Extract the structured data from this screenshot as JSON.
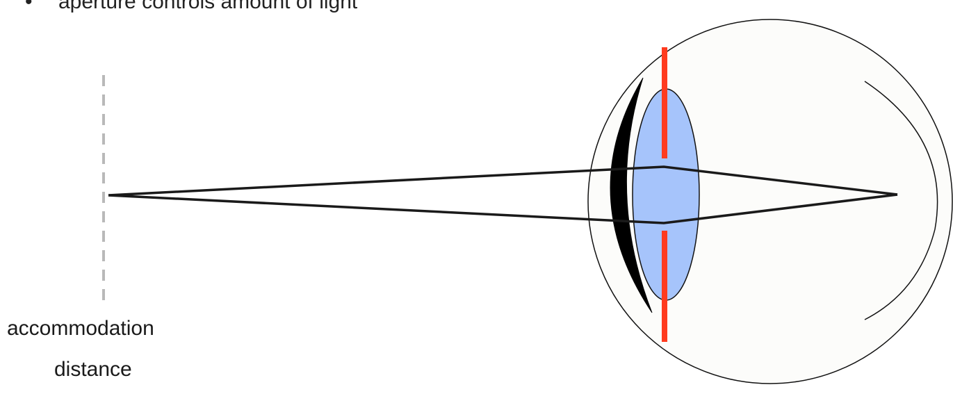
{
  "bullet": {
    "marker": "•",
    "text": "aperture controls amount of light"
  },
  "caption": {
    "line1": "accommodation",
    "line2": "distance"
  },
  "colors": {
    "aperture": "#ff3b1f",
    "lens_fill": "#a6c4fb",
    "eyeball_fill": "#fcfcfa",
    "accommodation_plane": "#b9b9b9",
    "rays": "#1a1a1a"
  }
}
